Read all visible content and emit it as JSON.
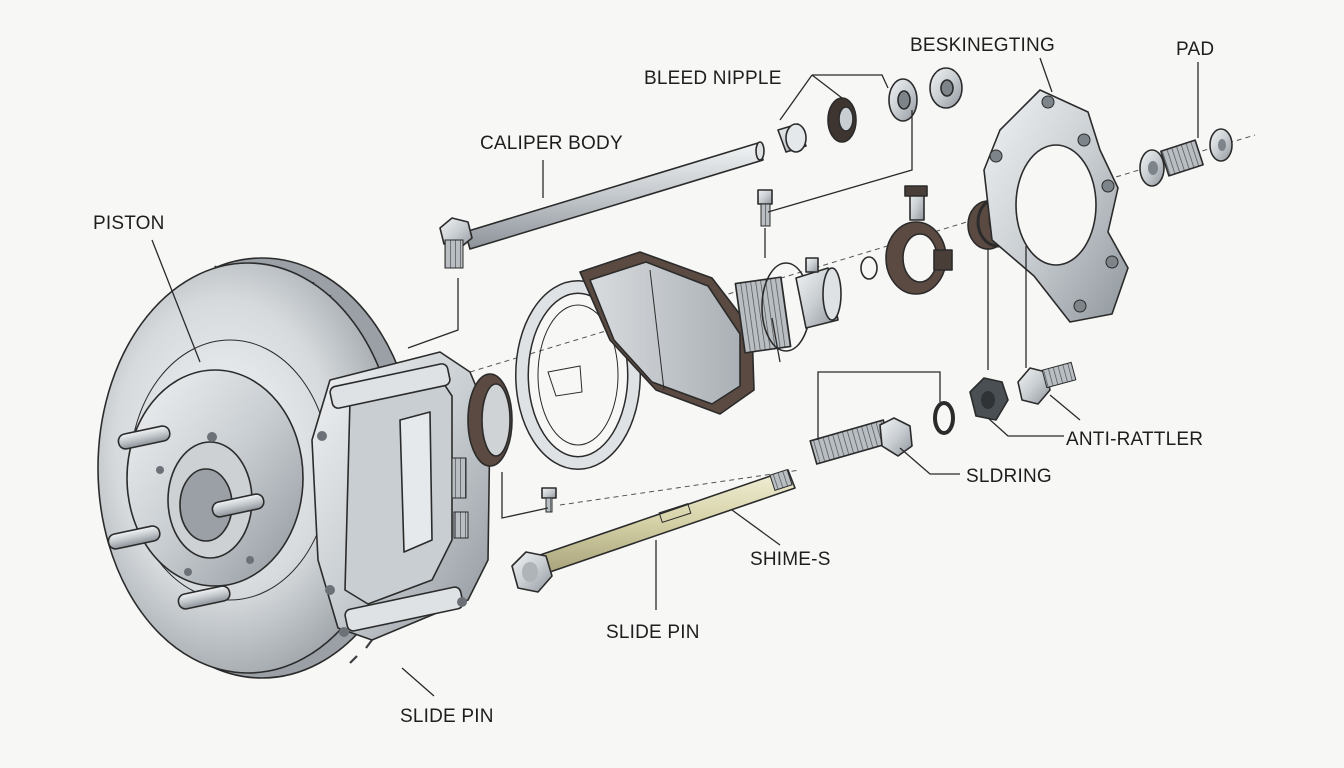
{
  "labels": {
    "piston": "PISTON",
    "caliper_body": "CALIPER BODY",
    "bleed_nipple": "BLEED NIPPLE",
    "beskinegting": "BESKINEGTING",
    "pad": "PAD",
    "anti_rattler": "ANTI-RATTLER",
    "sldring": "SLDRING",
    "shime_s": "SHIME-S",
    "slide_pin_middle": "SLIDE PIN",
    "slide_pin_bottom": "SLIDE PIN"
  },
  "colors": {
    "background": "#f7f7f6",
    "metal_light": "#e9ecee",
    "metal_mid": "#c4c9cd",
    "metal_dark": "#8e959b",
    "rubber_brown": "#5a4a42",
    "brass_pin": "#dcd9b4",
    "ink": "#2b2b2b"
  }
}
